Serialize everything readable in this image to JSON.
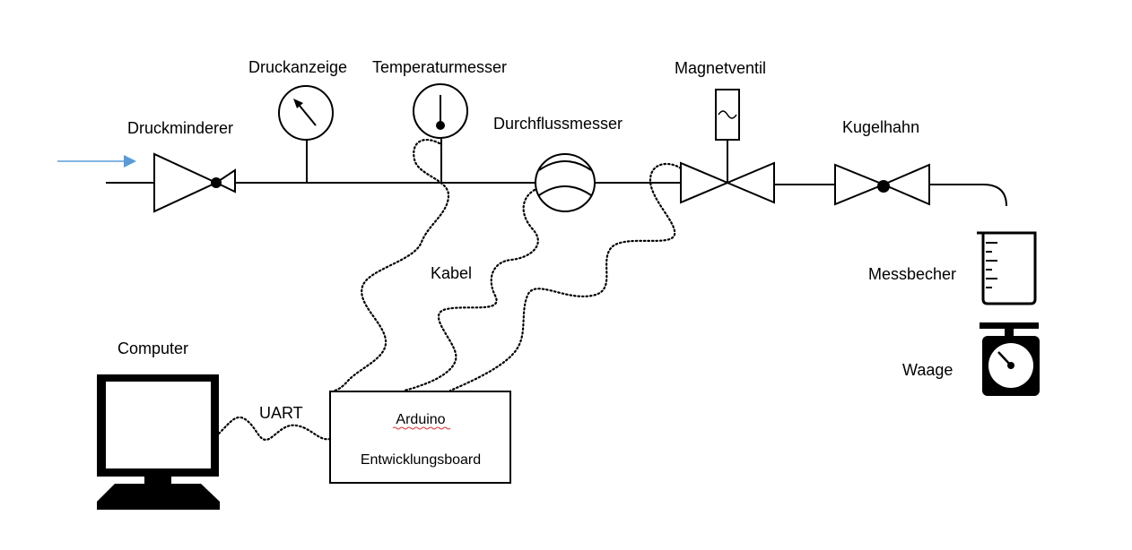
{
  "labels": {
    "druckminderer": "Druckminderer",
    "druckanzeige": "Druckanzeige",
    "temperaturmesser": "Temperaturmesser",
    "durchflussmesser": "Durchflussmesser",
    "magnetventil": "Magnetventil",
    "kugelhahn": "Kugelhahn",
    "messbecher": "Messbecher",
    "waage": "Waage",
    "kabel": "Kabel",
    "computer": "Computer",
    "uart": "UART",
    "board_line1": "Arduino",
    "board_line2": "Entwicklungsboard"
  },
  "colors": {
    "inlet_arrow": "#5b9bd5",
    "spellcheck_underline": "#e03030",
    "line": "#000000"
  },
  "icons": {
    "pressure_reducer": "pressure-reducer-icon",
    "pressure_gauge": "pressure-gauge-icon",
    "thermometer": "thermometer-icon",
    "flow_meter": "flow-meter-icon",
    "solenoid_valve": "solenoid-valve-icon",
    "ball_valve": "ball-valve-icon",
    "measuring_cup": "measuring-cup-icon",
    "scale": "scale-icon",
    "computer": "computer-monitor-icon"
  }
}
